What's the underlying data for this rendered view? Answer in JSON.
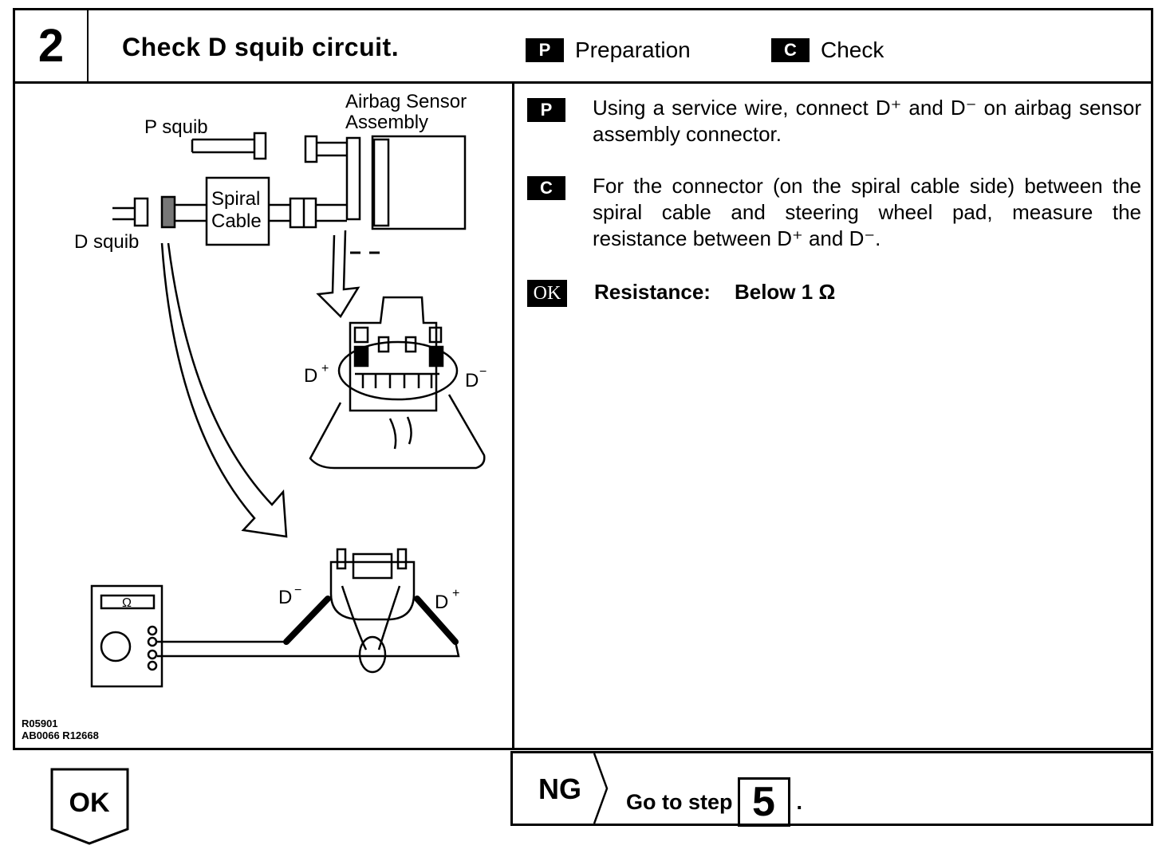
{
  "header": {
    "step_number": "2",
    "title": "Check D squib circuit.",
    "legend": [
      {
        "tag": "P",
        "label": "Preparation"
      },
      {
        "tag": "C",
        "label": "Check"
      }
    ]
  },
  "figure": {
    "labels": {
      "airbag_sensor": "Airbag Sensor",
      "assembly": "Assembly",
      "p_squib": "P squib",
      "spiral": "Spiral",
      "cable": "Cable",
      "d_squib": "D squib",
      "d_plus": "D",
      "d_minus": "D",
      "plus": "+",
      "minus": "−",
      "ohm": "Ω"
    },
    "codes": [
      "R05901",
      "AB0066  R12668"
    ]
  },
  "instructions": {
    "prep_tag": "P",
    "prep_text": "Using a service wire, connect D⁺ and D⁻ on airbag sensor assembly connector.",
    "check_tag": "C",
    "check_text": "For the connector (on the spiral cable side) between the spiral cable and steering wheel pad, measure the resistance between D⁺ and D⁻.",
    "ok_tag": "OK",
    "resistance_label": "Resistance:",
    "resistance_value": "Below 1 Ω"
  },
  "footer": {
    "ok_label": "OK",
    "ng_label": "NG",
    "goto_text": "Go to step",
    "goto_step": "5",
    "goto_end": "."
  }
}
